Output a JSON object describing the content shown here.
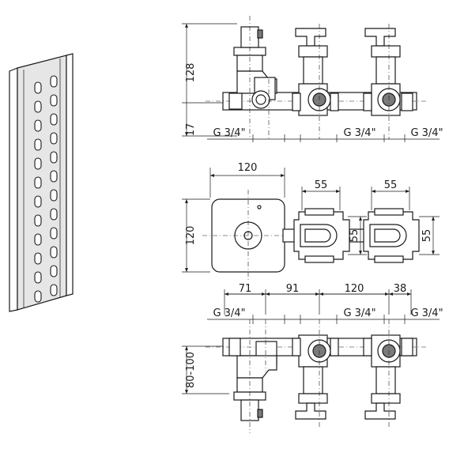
{
  "dimensions": {
    "side_height_total": "128",
    "side_offset": "17",
    "thread_a": "G 3/4\"",
    "thread_b": "G 3/4\"",
    "thread_c": "G 3/4\"",
    "plate_width": "120",
    "plate_height": "120",
    "spacing_left": "55",
    "spacing_right": "55",
    "vertical_left": "55",
    "vertical_right": "55",
    "bottom_71": "71",
    "bottom_91": "91",
    "bottom_120": "120",
    "bottom_38": "38",
    "thread_d": "G 3/4\"",
    "thread_e": "G 3/4\"",
    "thread_f": "G 3/4\"",
    "depth_range": "80-100"
  }
}
